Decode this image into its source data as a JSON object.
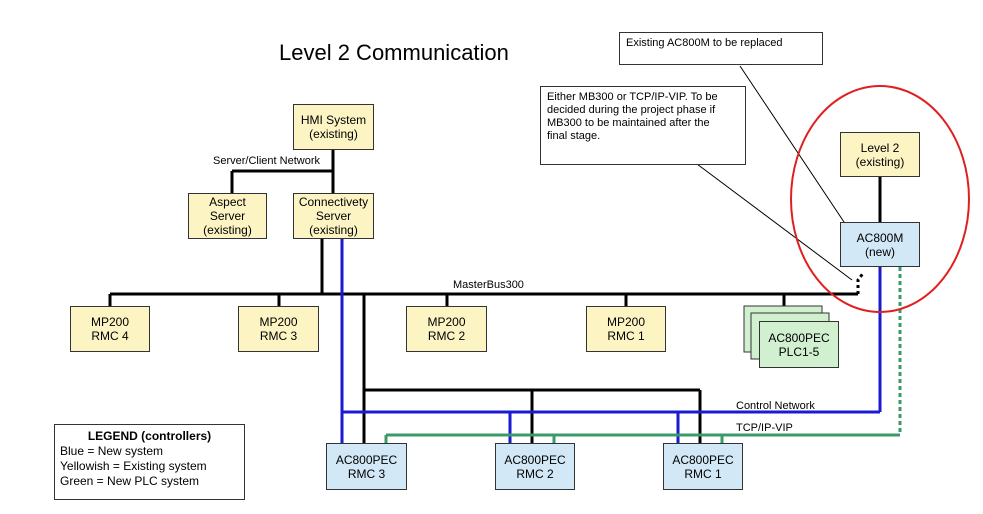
{
  "title": "Level 2 Communication",
  "notes": {
    "replaced": "Existing AC800M to be replaced",
    "protocol": "Either MB300 or TCP/IP-VIP. To be\ndecided during the project phase if\nMB300 to be maintained after the\nfinal stage."
  },
  "boxes": {
    "hmi": "HMI System\n(existing)",
    "aspect": "Aspect\nServer\n(existing)",
    "connectivity": "Connectivety\nServer\n(existing)",
    "level2": "Level 2\n(existing)",
    "ac800m": "AC800M\n(new)",
    "mp200_rmc4": "MP200\nRMC 4",
    "mp200_rmc3": "MP200\nRMC 3",
    "mp200_rmc2": "MP200\nRMC 2",
    "mp200_rmc1": "MP200\nRMC 1",
    "plc": "AC800PEC\nPLC1-5",
    "pec_rmc3": "AC800PEC\nRMC 3",
    "pec_rmc2": "AC800PEC\nRMC 2",
    "pec_rmc1": "AC800PEC\nRMC 1"
  },
  "labels": {
    "server_client": "Server/Client Network",
    "masterbus": "MasterBus300",
    "control_network": "Control Network",
    "tcpip": "TCP/IP-VIP"
  },
  "legend": {
    "title": "LEGEND (controllers)",
    "items": [
      "Blue = New system",
      "Yellowish = Existing system",
      "Green = New PLC system"
    ]
  },
  "colors": {
    "existing": "#fdf4c4",
    "new": "#d2e8f6",
    "plc": "#d0f0d0",
    "control_network": "#1a1ad0",
    "tcpip_network": "#3a9a6a",
    "highlight_ellipse": "#e02020"
  }
}
